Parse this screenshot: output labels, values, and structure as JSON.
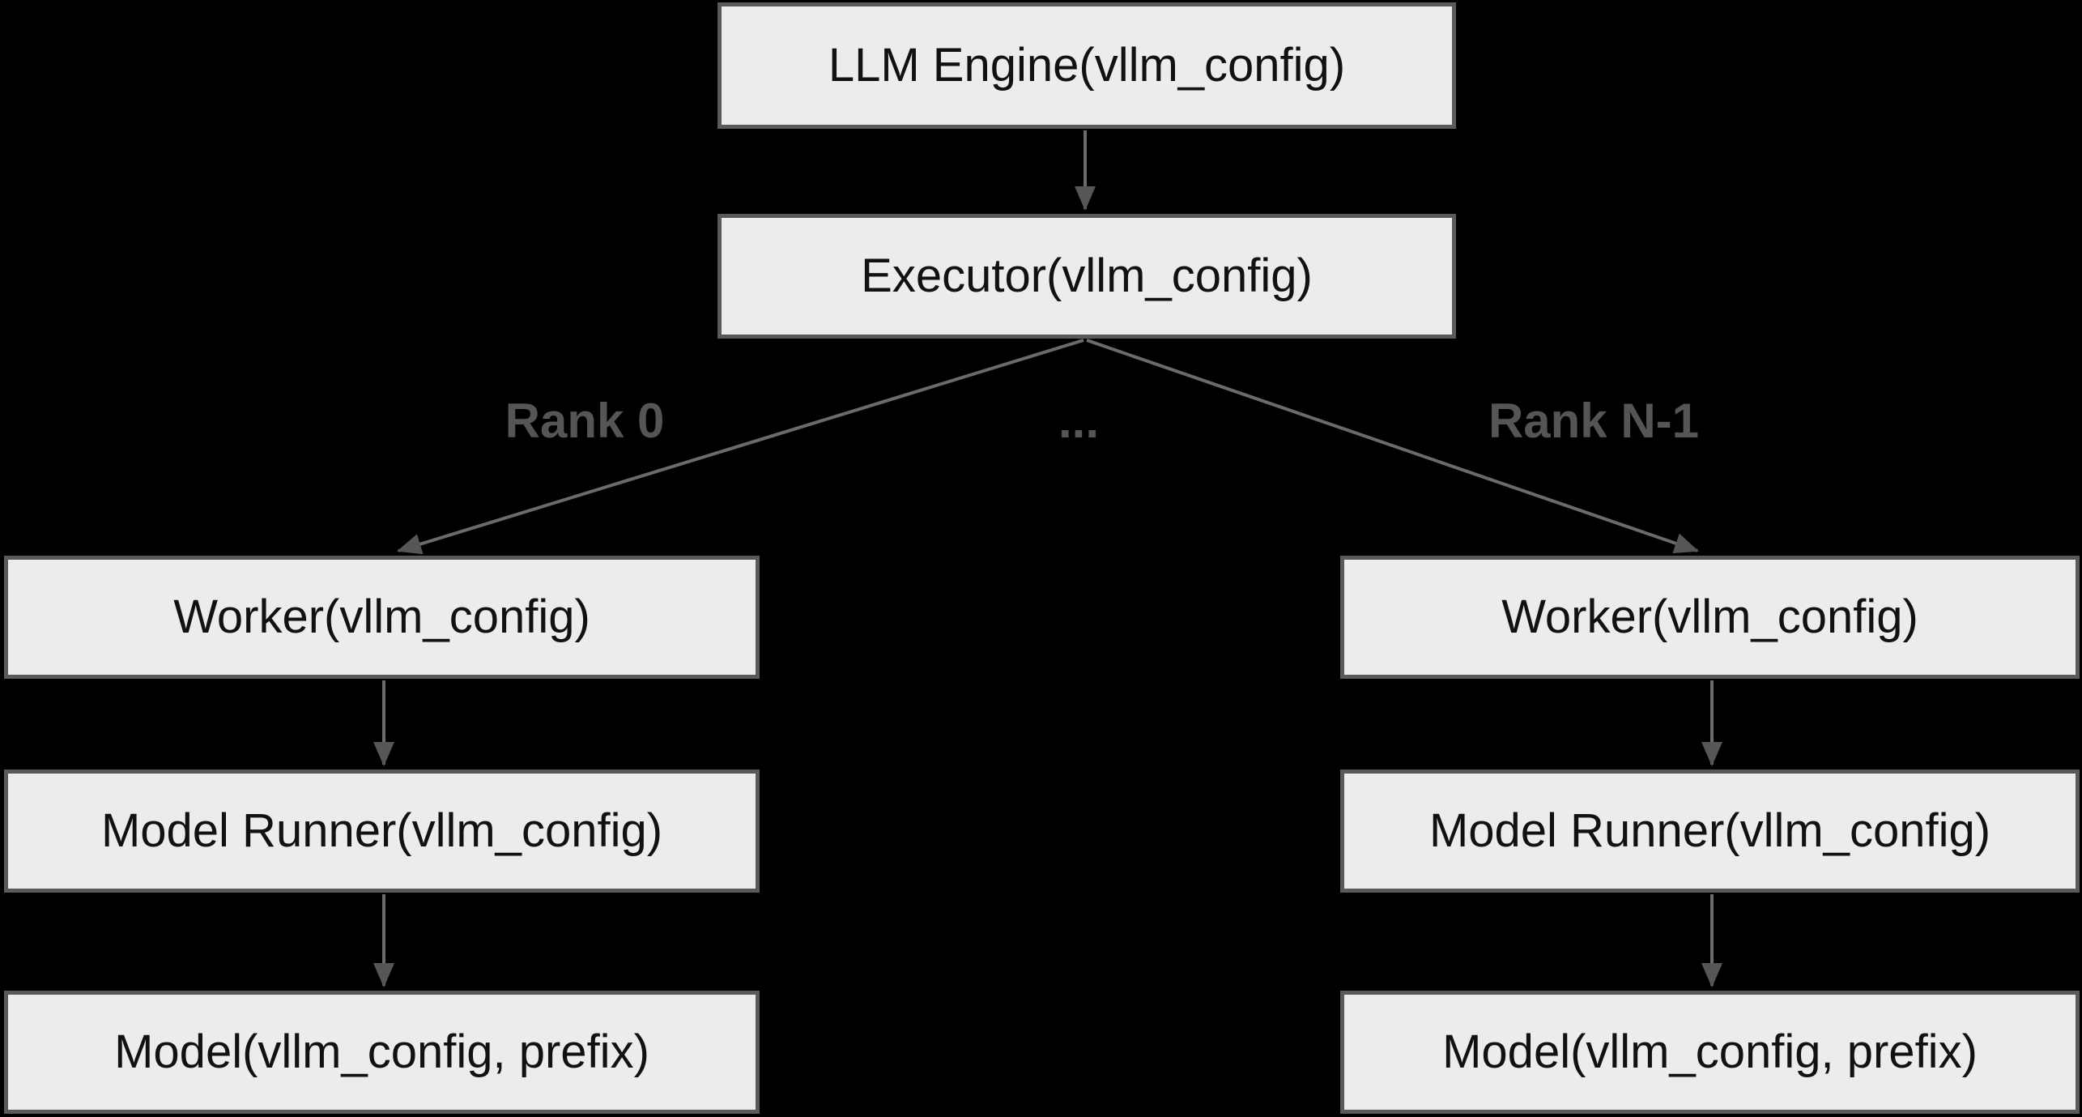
{
  "colors": {
    "background": "#000000",
    "node_fill": "#ececec",
    "node_border": "#5a5a5a",
    "node_text": "#111111",
    "edge_line": "#6b6b6b",
    "arrowhead": "#565656",
    "edge_label_text": "#555555"
  },
  "nodes": {
    "llm_engine": "LLM Engine(vllm_config)",
    "executor": "Executor(vllm_config)",
    "worker_rank0": "Worker(vllm_config)",
    "model_runner_rank0": "Model Runner(vllm_config)",
    "model_rank0": "Model(vllm_config, prefix)",
    "worker_rankn": "Worker(vllm_config)",
    "model_runner_rankn": "Model Runner(vllm_config)",
    "model_rankn": "Model(vllm_config, prefix)"
  },
  "edge_labels": {
    "rank_0": "Rank 0",
    "ellipsis": "...",
    "rank_n_minus_1": "Rank N-1"
  }
}
